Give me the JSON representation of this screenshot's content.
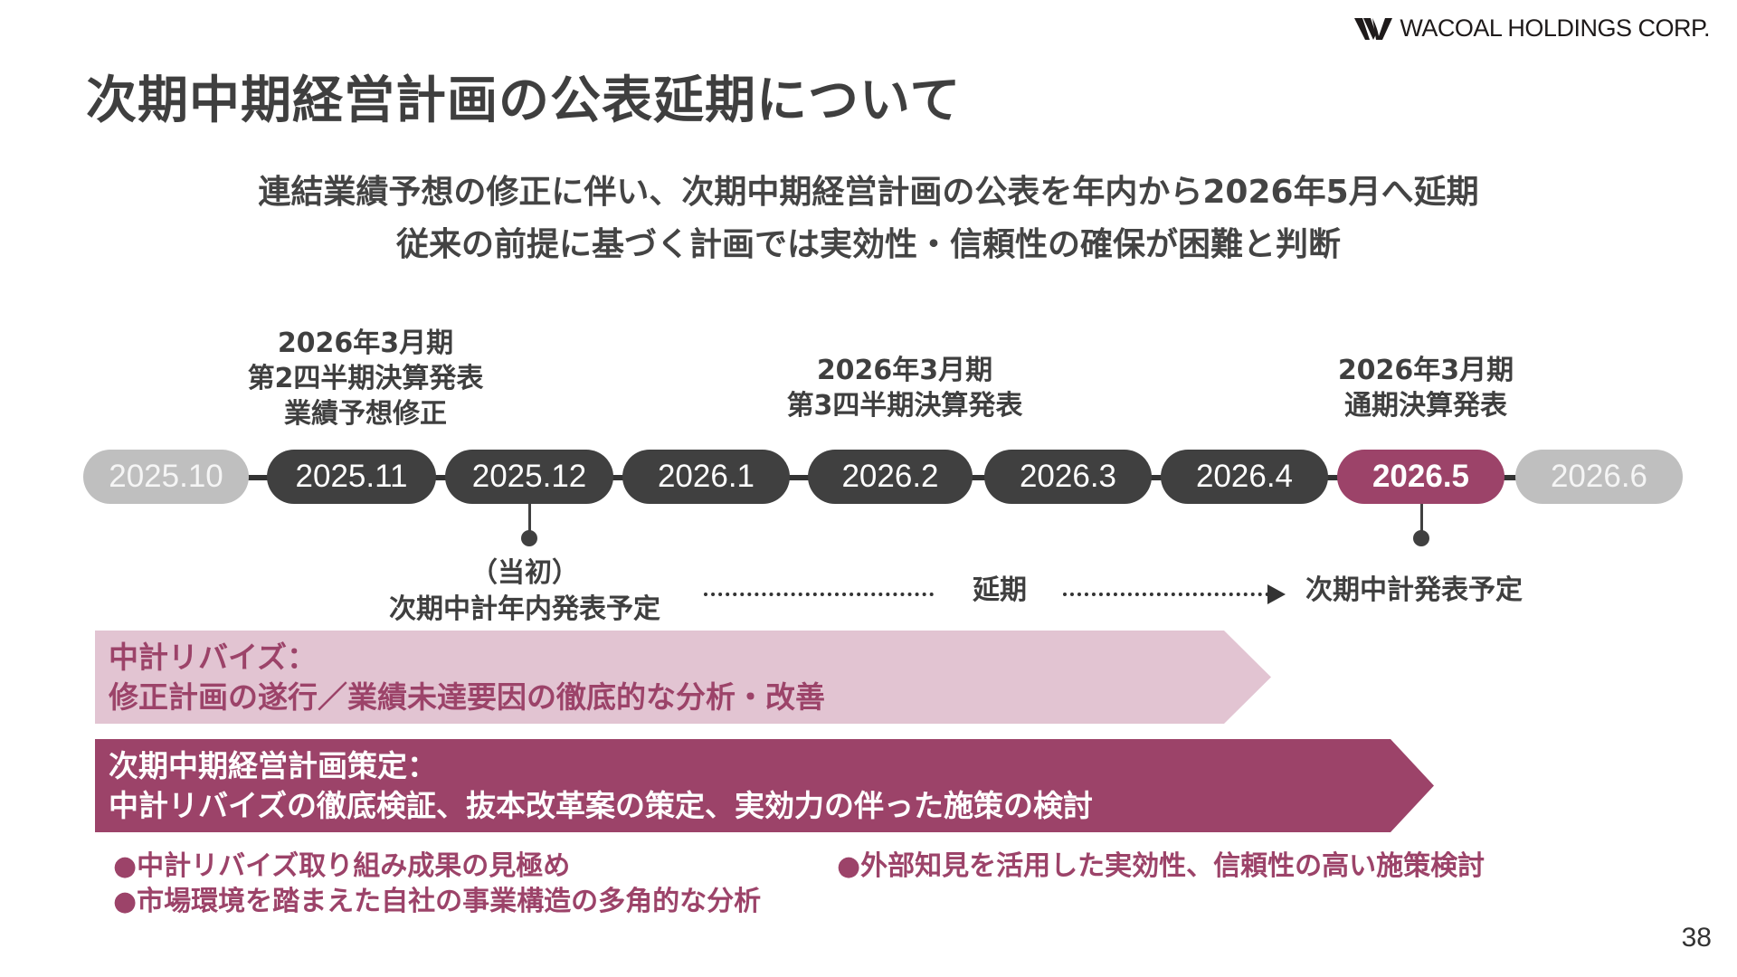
{
  "header": {
    "logo_text": "WACOAL HOLDINGS CORP.",
    "logo_icon": "wacoal-leaf-mark-icon"
  },
  "title": "次期中期経営計画の公表延期について",
  "subtitle": {
    "line1": "連結業績予想の修正に伴い、次期中期経営計画の公表を年内から2026年5月へ延期",
    "line2": "従来の前提に基づく計画では実効性・信頼性の確保が困難と判断"
  },
  "colors": {
    "accent": "#9c4369",
    "accent_light": "#e2c4d2",
    "dark_pill": "#404040",
    "gray_pill": "#bfbfbf",
    "text": "#3f3f3f"
  },
  "timeline": {
    "months": [
      {
        "label": "2025.10",
        "state": "inactive"
      },
      {
        "label": "2025.11",
        "state": "active"
      },
      {
        "label": "2025.12",
        "state": "active"
      },
      {
        "label": "2026.1",
        "state": "active"
      },
      {
        "label": "2026.2",
        "state": "active"
      },
      {
        "label": "2026.3",
        "state": "active"
      },
      {
        "label": "2026.4",
        "state": "active"
      },
      {
        "label": "2026.5",
        "state": "highlight"
      },
      {
        "label": "2026.6",
        "state": "inactive"
      }
    ],
    "upper_annotations": [
      {
        "month": "2025.11",
        "line1": "2026年3月期",
        "line2": "第2四半期決算発表",
        "line3": "業績予想修正"
      },
      {
        "month": "2026.2",
        "line1": "2026年3月期",
        "line2": "第3四半期決算発表"
      },
      {
        "month": "2026.5",
        "line1": "2026年3月期",
        "line2": "通期決算発表"
      }
    ],
    "lower_annotations": {
      "original": {
        "month": "2025.12",
        "line1": "（当初）",
        "line2": "次期中計年内発表予定"
      },
      "delay_label": "延期",
      "new": {
        "month": "2026.5",
        "label": "次期中計発表予定"
      }
    }
  },
  "bands": {
    "revise": {
      "line1": "中計リバイズ：",
      "line2": "修正計画の遂行／業績未達要因の徹底的な分析・改善"
    },
    "formulate": {
      "line1": "次期中期経営計画策定：",
      "line2": "中計リバイズの徹底検証、抜本改革案の策定、実効力の伴った施策の検討"
    }
  },
  "bullets": {
    "left": [
      "●中計リバイズ取り組み成果の見極め",
      "●市場環境を踏まえた自社の事業構造の多角的な分析"
    ],
    "right": [
      "●外部知見を活用した実効性、信頼性の高い施策検討"
    ]
  },
  "page_number": "38"
}
